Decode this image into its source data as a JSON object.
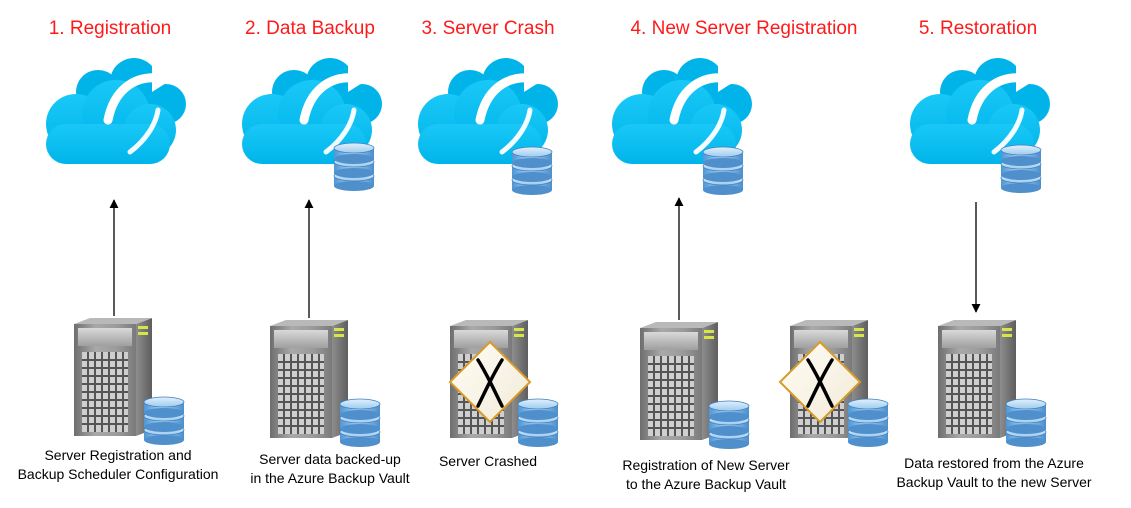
{
  "colors": {
    "title_red": "#ff1a1a",
    "cloud_blue": "#00bbf0",
    "arrow_black": "#000000",
    "server_gray": "#8a8a8a",
    "db_blue": "#6fb0e4",
    "crash_orange": "#e0a020"
  },
  "icons": [
    "cloud-icon",
    "server-icon",
    "database-icon",
    "crash-x-icon"
  ],
  "steps": [
    {
      "title": "1. Registration",
      "caption": [
        "Server Registration and",
        "Backup Scheduler Configuration"
      ]
    },
    {
      "title": "2. Data Backup",
      "caption": [
        "Server data backed-up",
        "in the Azure  Backup Vault"
      ]
    },
    {
      "title": "3. Server Crash",
      "caption": [
        "Server Crashed"
      ]
    },
    {
      "title": "4. New Server Registration",
      "caption": [
        "Registration of New Server",
        "to the Azure Backup Vault"
      ]
    },
    {
      "title": "5. Restoration",
      "caption": [
        "Data restored from the Azure",
        "Backup Vault to the new Server"
      ]
    }
  ]
}
